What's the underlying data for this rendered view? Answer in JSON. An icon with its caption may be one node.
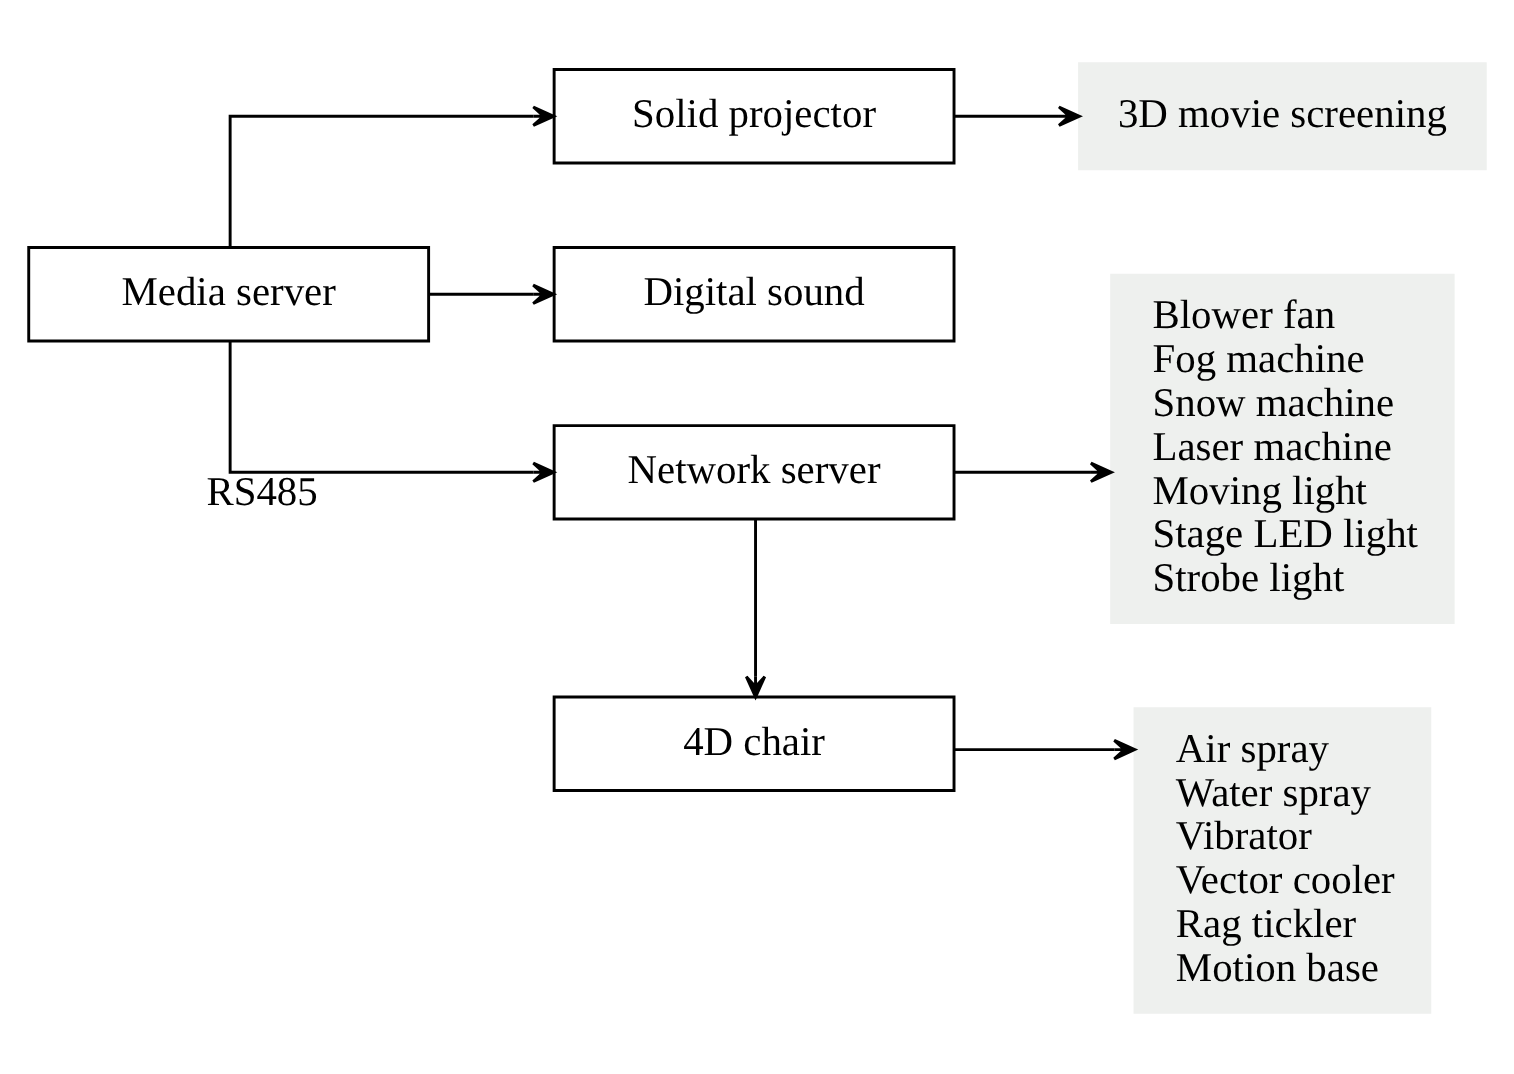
{
  "diagram": {
    "nodes": [
      {
        "text": [
          "Media server"
        ]
      },
      {
        "text": [
          "Solid projector"
        ]
      },
      {
        "text": [
          "3D movie screening"
        ]
      },
      {
        "text": [
          "Digital sound"
        ]
      },
      {
        "text": [
          "Network server"
        ]
      },
      {
        "text": [
          "Blower fan",
          "Fog machine",
          "Snow machine",
          "Laser machine",
          "Moving light",
          "Stage LED light",
          "Strobe light"
        ]
      },
      {
        "text": [
          "4D chair"
        ]
      },
      {
        "text": [
          "Air spray",
          "Water spray",
          "Vibrator",
          "Vector cooler",
          "Rag tickler",
          "Motion base"
        ]
      }
    ],
    "edges": [
      {
        "from": 0,
        "to": 1,
        "arrow": "to"
      },
      {
        "from": 0,
        "to": 3,
        "arrow": "to"
      },
      {
        "from": 0,
        "to": 4,
        "label": "RS485",
        "arrow": "to"
      },
      {
        "from": 1,
        "to": 2,
        "arrow": "to"
      },
      {
        "from": 4,
        "to": 5,
        "arrow": "to"
      },
      {
        "from": 4,
        "to": 6,
        "arrow": "to"
      },
      {
        "from": 6,
        "to": 7,
        "arrow": "to"
      }
    ]
  }
}
